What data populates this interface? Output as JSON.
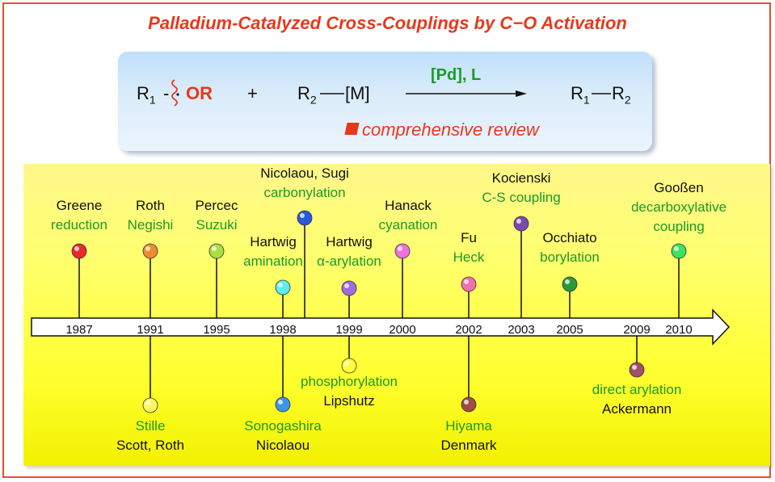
{
  "title": "Palladium-Catalyzed Cross-Couplings by C−O Activation",
  "scheme": {
    "r1": "R",
    "r1_sub": "1",
    "dash": "-",
    "or": "OR",
    "plus": "+",
    "r2": "R",
    "r2_sub": "2",
    "metal": "[M]",
    "catalyst": "[Pd], L",
    "product_r1": "R",
    "product_r1_sub": "1",
    "product_r2": "R",
    "product_r2_sub": "2",
    "review_label": "comprehensive review"
  },
  "colors": {
    "accent_red": "#e8381c",
    "green": "#1b9a29",
    "panel_yellow": "#ffff30",
    "scheme_blue": "#cfe6fa"
  },
  "years": [
    "1987",
    "1991",
    "1995",
    "1998",
    "1999",
    "2000",
    "2002",
    "2003",
    "2005",
    "2009",
    "2010"
  ],
  "events": [
    {
      "name": "Greene",
      "reaction": "reduction",
      "year": "1987",
      "side": "above",
      "color": "#e82a2a"
    },
    {
      "name": "Roth",
      "reaction": "Negishi",
      "year": "1991",
      "side": "above",
      "color": "#f08a30"
    },
    {
      "name": "Scott, Roth",
      "reaction": "Stille",
      "year": "1991",
      "side": "below",
      "color": "#fafa60"
    },
    {
      "name": "Percec",
      "reaction": "Suzuki",
      "year": "1995",
      "side": "above",
      "color": "#a8e040"
    },
    {
      "name": "Hartwig",
      "reaction": "amination",
      "year": "1998",
      "side": "above",
      "color": "#60ecec"
    },
    {
      "name": "Nicolaou, Sugi",
      "reaction": "carbonylation",
      "year": "1998",
      "side": "above",
      "color": "#2a56e0"
    },
    {
      "name": "Nicolaou",
      "reaction": "Sonogashira",
      "year": "1998",
      "side": "below",
      "color": "#3a96e8"
    },
    {
      "name": "Hartwig",
      "reaction": "α-arylation",
      "year": "1999",
      "side": "above",
      "color": "#a26ae0"
    },
    {
      "name": "Lipshutz",
      "reaction": "phosphorylation",
      "year": "1999",
      "side": "below",
      "color": "#ffff40"
    },
    {
      "name": "Hanack",
      "reaction": "cyanation",
      "year": "2000",
      "side": "above",
      "color": "#f070e0"
    },
    {
      "name": "Fu",
      "reaction": "Heck",
      "year": "2002",
      "side": "above",
      "color": "#f070b0"
    },
    {
      "name": "Denmark",
      "reaction": "Hiyama",
      "year": "2002",
      "side": "below",
      "color": "#a04a40"
    },
    {
      "name": "Kocienski",
      "reaction": "C-S coupling",
      "year": "2003",
      "side": "above",
      "color": "#7a4ab0"
    },
    {
      "name": "Occhiato",
      "reaction": "borylation",
      "year": "2005",
      "side": "above",
      "color": "#2a9a3a"
    },
    {
      "name": "Ackermann",
      "reaction": "direct arylation",
      "year": "2009",
      "side": "below",
      "color": "#a05068"
    },
    {
      "name": "Gooßen",
      "reaction": "decarboxylative",
      "reaction_line2": "coupling",
      "year": "2010",
      "side": "above",
      "color": "#40e060"
    }
  ]
}
